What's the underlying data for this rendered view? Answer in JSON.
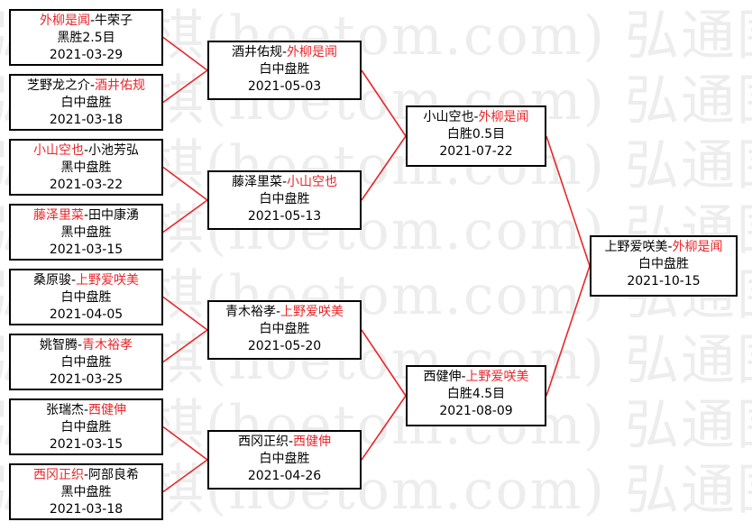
{
  "watermark": {
    "text": "弘通围棋(hoetom.com) 弘通围棋(hoetom.com) 弘通围棋"
  },
  "colors": {
    "winner": "#e8262a",
    "line": "#e8262a",
    "border": "#000000"
  },
  "matches": [
    {
      "id": "r1m1",
      "p1": "外柳是闻",
      "p2": "牛荣子",
      "winner": 1,
      "result": "黑胜2.5目",
      "date": "2021-03-29"
    },
    {
      "id": "r1m2",
      "p1": "芝野龙之介",
      "p2": "酒井佑规",
      "winner": 2,
      "result": "白中盘胜",
      "date": "2021-03-18"
    },
    {
      "id": "r1m3",
      "p1": "小山空也",
      "p2": "小池芳弘",
      "winner": 1,
      "result": "黑中盘胜",
      "date": "2021-03-22"
    },
    {
      "id": "r1m4",
      "p1": "藤泽里菜",
      "p2": "田中康湧",
      "winner": 1,
      "result": "黑中盘胜",
      "date": "2021-03-15"
    },
    {
      "id": "r1m5",
      "p1": "桑原骏",
      "p2": "上野爱咲美",
      "winner": 2,
      "result": "白中盘胜",
      "date": "2021-04-05"
    },
    {
      "id": "r1m6",
      "p1": "姚智腾",
      "p2": "青木裕孝",
      "winner": 2,
      "result": "白中盘胜",
      "date": "2021-03-25"
    },
    {
      "id": "r1m7",
      "p1": "张瑞杰",
      "p2": "西健伸",
      "winner": 2,
      "result": "白中盘胜",
      "date": "2021-03-15"
    },
    {
      "id": "r1m8",
      "p1": "西冈正织",
      "p2": "阿部良希",
      "winner": 1,
      "result": "黑中盘胜",
      "date": "2021-03-18"
    },
    {
      "id": "r2m1",
      "p1": "酒井佑规",
      "p2": "外柳是闻",
      "winner": 2,
      "result": "白中盘胜",
      "date": "2021-05-03"
    },
    {
      "id": "r2m2",
      "p1": "藤泽里菜",
      "p2": "小山空也",
      "winner": 2,
      "result": "白中盘胜",
      "date": "2021-05-13"
    },
    {
      "id": "r2m3",
      "p1": "青木裕孝",
      "p2": "上野爱咲美",
      "winner": 2,
      "result": "白中盘胜",
      "date": "2021-05-20"
    },
    {
      "id": "r2m4",
      "p1": "西冈正织",
      "p2": "西健伸",
      "winner": 2,
      "result": "白中盘胜",
      "date": "2021-04-26"
    },
    {
      "id": "r3m1",
      "p1": "小山空也",
      "p2": "外柳是闻",
      "winner": 2,
      "result": "白胜0.5目",
      "date": "2021-07-22"
    },
    {
      "id": "r3m2",
      "p1": "西健伸",
      "p2": "上野爱咲美",
      "winner": 2,
      "result": "白胜4.5目",
      "date": "2021-08-09"
    },
    {
      "id": "final",
      "p1": "上野爱咲美",
      "p2": "外柳是闻",
      "winner": 2,
      "result": "白中盘胜",
      "date": "2021-10-15"
    }
  ]
}
